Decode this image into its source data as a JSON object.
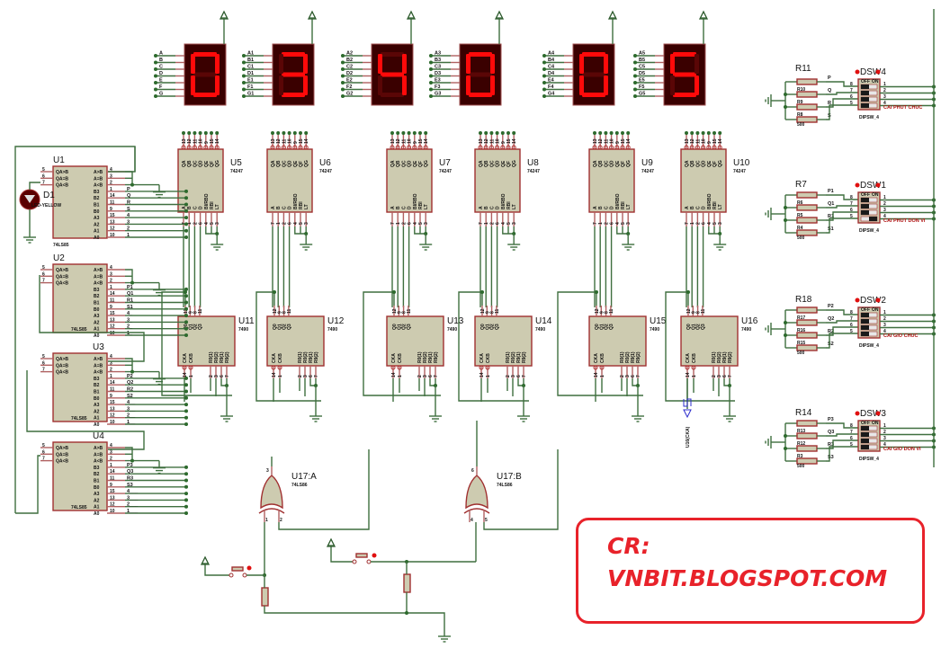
{
  "title": "Digital clock schematic (7-segment, 7490 counters, 74247 decoders, 74LS85 comparators)",
  "displays": [
    {
      "id": "display-1",
      "digit": "0",
      "segments": [
        "A",
        "B",
        "C",
        "D",
        "E",
        "F",
        "G"
      ]
    },
    {
      "id": "display-2",
      "digit": "3",
      "segments": [
        "A1",
        "B1",
        "C1",
        "D1",
        "E1",
        "F1",
        "G1"
      ]
    },
    {
      "id": "display-3",
      "digit": "4",
      "segments": [
        "A2",
        "B2",
        "C2",
        "D2",
        "E2",
        "F2",
        "G2"
      ]
    },
    {
      "id": "display-4",
      "digit": "0",
      "segments": [
        "A3",
        "B3",
        "C3",
        "D3",
        "E3",
        "F3",
        "G3"
      ]
    },
    {
      "id": "display-5",
      "digit": "0",
      "segments": [
        "A4",
        "B4",
        "C4",
        "D4",
        "E4",
        "F4",
        "G4"
      ]
    },
    {
      "id": "display-6",
      "digit": "5",
      "segments": [
        "A5",
        "B5",
        "C5",
        "D5",
        "E5",
        "F5",
        "G5"
      ]
    }
  ],
  "decoders": {
    "part": "74247",
    "refs": [
      "U5",
      "U6",
      "U7",
      "U8",
      "U9",
      "U10"
    ],
    "top_pins": [
      "QA",
      "QB",
      "QC",
      "QD",
      "QE",
      "QF",
      "QG"
    ],
    "top_pin_numbers": [
      "13",
      "12",
      "11",
      "10",
      "9",
      "15",
      "14"
    ],
    "bottom_pins": [
      "A",
      "B",
      "C",
      "D",
      "BI/RBO",
      "RBI",
      "LT"
    ],
    "bottom_pin_numbers": [
      "7",
      "1",
      "2",
      "6",
      "4",
      "5",
      "3"
    ]
  },
  "counters": {
    "part": "7490",
    "refs": [
      "U11",
      "U12",
      "U13",
      "U14",
      "U15",
      "U16"
    ],
    "top_pins": [
      "Q0",
      "Q1",
      "Q2",
      "Q3"
    ],
    "top_pin_numbers": [
      "12",
      "9",
      "8",
      "11"
    ],
    "bottom_pins": [
      "CKA",
      "CKB",
      "R0(1)",
      "R0(2)",
      "R9(1)",
      "R9(2)"
    ],
    "bottom_pin_numbers": [
      "14",
      "1",
      "2",
      "3",
      "6",
      "7"
    ]
  },
  "comparators": {
    "part": "74LS85",
    "left_pins": [
      "QA>B",
      "QA=B",
      "QA<B"
    ],
    "left_pin_numbers": [
      "5",
      "6",
      "7"
    ],
    "right_pins": [
      "A>B",
      "A=B",
      "A<B",
      "B3",
      "B2",
      "B1",
      "B0",
      "A3",
      "A2",
      "A1",
      "A0"
    ],
    "right_pin_numbers": [
      "4",
      "3",
      "2",
      "1",
      "14",
      "11",
      "9",
      "15",
      "13",
      "12",
      "10"
    ],
    "units": [
      {
        "ref": "U1",
        "nets": [
          "P",
          "Q",
          "R",
          "S",
          "4",
          "3",
          "2",
          "1"
        ]
      },
      {
        "ref": "U2",
        "nets": [
          "P1",
          "Q1",
          "R1",
          "S1",
          "4_",
          "3_",
          "2_",
          "1_"
        ]
      },
      {
        "ref": "U3",
        "nets": [
          "P2",
          "Q2",
          "R2",
          "S2",
          "4__",
          "3__",
          "2__",
          "1__"
        ]
      },
      {
        "ref": "U4",
        "nets": [
          "P3",
          "Q3",
          "R3",
          "S3",
          "4___",
          "3___",
          "2___",
          "1___"
        ]
      }
    ]
  },
  "led": {
    "ref": "D1",
    "part": "LED-YELLOW"
  },
  "xor_gates": [
    {
      "ref": "U17:A",
      "part": "74LS86",
      "pins": [
        "3",
        "1",
        "2"
      ]
    },
    {
      "ref": "U17:B",
      "part": "74LS86",
      "pins": [
        "6",
        "4",
        "5"
      ]
    }
  ],
  "clock_source": {
    "label": "U16(CKA)"
  },
  "dip_switches": [
    {
      "ref": "DSW4",
      "part": "DIPSW_4",
      "caption": "CAI PHUT CHUC",
      "resistors": [
        "R11",
        "R10",
        "R9",
        "R8"
      ],
      "nets": [
        "P",
        "Q",
        "R",
        "S"
      ],
      "resistor_value": "500",
      "states": [
        "OFF",
        "OFF",
        "OFF",
        "OFF"
      ]
    },
    {
      "ref": "DSW1",
      "part": "DIPSW_4",
      "caption": "CAI PHUT DON VI",
      "resistors": [
        "R7",
        "R6",
        "R5",
        "R4"
      ],
      "nets": [
        "P1",
        "Q1",
        "R1",
        "S1"
      ],
      "resistor_value": "500",
      "states": [
        "OFF",
        "OFF",
        "OFF",
        "ON"
      ]
    },
    {
      "ref": "DSW2",
      "part": "DIPSW_4",
      "caption": "CAI GIO CHUC",
      "resistors": [
        "R18",
        "R17",
        "R16",
        "R15"
      ],
      "nets": [
        "P2",
        "Q2",
        "R2",
        "S2"
      ],
      "resistor_value": "500",
      "states": [
        "OFF",
        "OFF",
        "OFF",
        "OFF"
      ]
    },
    {
      "ref": "DSW3",
      "part": "DIPSW_4",
      "caption": "CAI GIO DON VI",
      "resistors": [
        "R14",
        "R13",
        "R12",
        "R3"
      ],
      "nets": [
        "P3",
        "Q3",
        "R3",
        "S3"
      ],
      "resistor_value": "500",
      "states": [
        "OFF",
        "OFF",
        "OFF",
        "OFF"
      ]
    }
  ],
  "dip_pin_left": [
    "8",
    "7",
    "6",
    "5"
  ],
  "dip_pin_right": [
    "1",
    "2",
    "3",
    "4"
  ],
  "dip_off_on": [
    "OFF",
    "ON"
  ],
  "credit": {
    "line1": "CR:",
    "line2": "VNBIT.BLOGSPOT.COM"
  },
  "colors": {
    "wire": "#3f6f3f",
    "pin": "#b06060",
    "chip": "#cdcbb0",
    "chip_border": "#a03030",
    "segment_on": "#ff0a0a",
    "segment_off": "#5a0606",
    "credit": "#e8222a"
  }
}
